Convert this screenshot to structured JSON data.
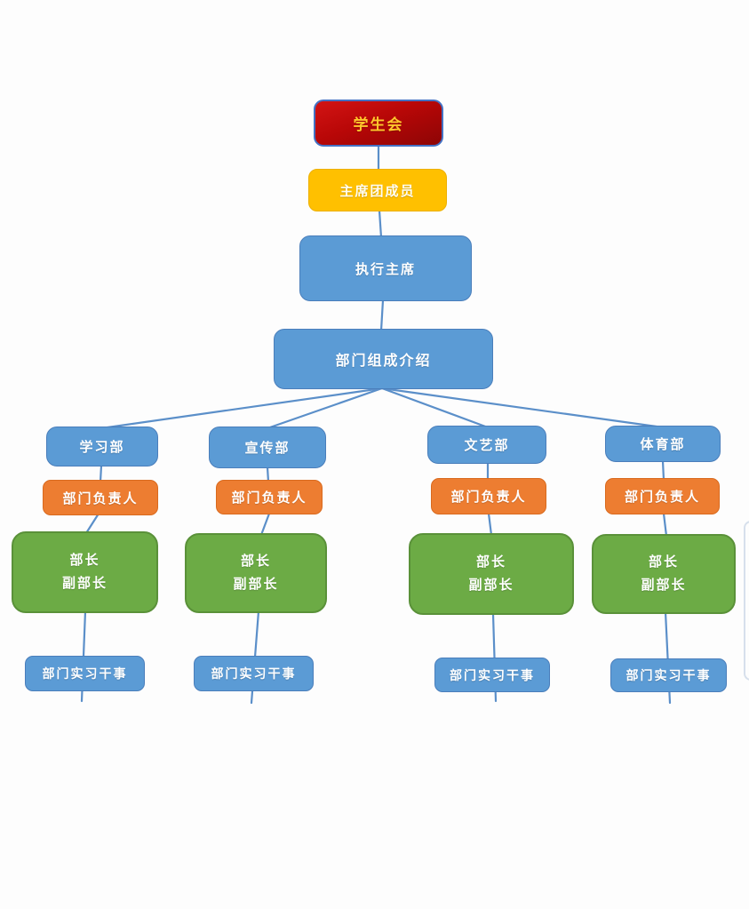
{
  "diagram": {
    "type": "org-chart",
    "root": {
      "label": "学生会"
    },
    "chain": [
      {
        "label": "主席团成员"
      },
      {
        "label": "执行主席"
      },
      {
        "label": "部门组成介绍"
      }
    ],
    "departments": [
      {
        "name": "学习部",
        "manager": "部门负责人",
        "leader_line1": "部长",
        "leader_line2": "副部长",
        "intern": "部门实习干事"
      },
      {
        "name": "宣传部",
        "manager": "部门负责人",
        "leader_line1": "部长",
        "leader_line2": "副部长",
        "intern": "部门实习干事"
      },
      {
        "name": "文艺部",
        "manager": "部门负责人",
        "leader_line1": "部长",
        "leader_line2": "副部长",
        "intern": "部门实习干事"
      },
      {
        "name": "体育部",
        "manager": "部门负责人",
        "leader_line1": "部长",
        "leader_line2": "副部长",
        "intern": "部门实习干事"
      }
    ]
  },
  "colors": {
    "bg": "#fdfdfd",
    "connector": "#5b8fc9",
    "blue": "#5b9bd5",
    "blue_border": "#4a7ebb",
    "orange": "#ed7d31",
    "orange_border": "#d96a1e",
    "green": "#6cab45",
    "green_border": "#5a9139",
    "gold": "#ffc000",
    "gold_border": "#edb000",
    "red_top": "#d31414",
    "red_mid": "#b80707",
    "red_bottom": "#8d0505",
    "red_border": "#4472c4",
    "red_text": "#ffc72c",
    "fragment": "#c3d2e4"
  }
}
